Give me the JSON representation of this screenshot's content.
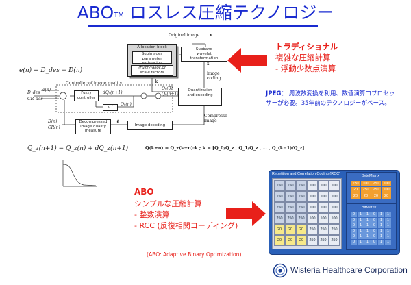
{
  "title": {
    "main": "ABO",
    "tm": "TM",
    "rest": " ロスレス圧縮テクノロジー"
  },
  "diagram": {
    "original_image": "Original image",
    "x_symbol": "x",
    "allocation_block": "Allocation block",
    "subimages": "Subimages\nparameter\nestimation",
    "fuzzy": "(Fuzzy)alloc.of\nscale factors",
    "subband": "Subband\nwavelet\ntransformation",
    "xi_label": "x",
    "image_coding": "image\ncoding",
    "controller_label": "Controller of image quality",
    "fuzzy_controller": "Fuzzy\ncontroller",
    "quantization": "Quantization\nand encoding",
    "compressed_image": "Compresse\nimage",
    "decompressed": "Decompressed\nimage quality\nmeasure",
    "image_decoding": "Image decoding",
    "k_label": "k",
    "q0": "Q₀(0)",
    "qn1": "Q₀(n+1)",
    "z_label": "z⁻¹",
    "dq_label": "dQ₀(n+1)",
    "qn_label": "Q₀(n)",
    "e_label": "e(n)",
    "ddes": "D_des",
    "crdes": "CR_des",
    "dn": "D(n)",
    "crn": "CR(n)",
    "xhat": "x̂"
  },
  "equations": {
    "e": "e(n) = D_des − D(n)",
    "q": "Q_z(n+1) = Q_z(n) + dQ_z(n+1)",
    "bold": "Q(k+n) = Q_z(k+n)·k ;   k = [Q_0/Q_z , Q_1/Q_z , … , Q_(k−1)/Q_z]"
  },
  "traditional": {
    "line1": "トラディショナル",
    "line2": "複雑な圧縮計算",
    "line3": "- 浮動少数点演算"
  },
  "jpeg": {
    "label": "JPEG：",
    "text1": " 周波数変換を利用、数値演算コプロセッ",
    "text2": "サーが必要。35年前のテクノロジーがベース。"
  },
  "abo": {
    "line1": "ABO",
    "line2": "シンプルな圧縮計算",
    "line3": "- 整数演算",
    "line4": "- RCC (反復相関コーディング)"
  },
  "abo_note": "(ABO:  Adaptive Binary Optimization)",
  "rcc": {
    "title": "Repetition and Correlation Coding (RCC)",
    "rows": [
      [
        "150",
        "150",
        "150",
        "100",
        "100",
        "100"
      ],
      [
        "150",
        "150",
        "150",
        "100",
        "100",
        "100"
      ],
      [
        "250",
        "250",
        "250",
        "100",
        "100",
        "100"
      ],
      [
        "250",
        "250",
        "250",
        "100",
        "100",
        "100"
      ],
      [
        "20",
        "20",
        "20",
        "250",
        "250",
        "250"
      ],
      [
        "20",
        "20",
        "20",
        "250",
        "250",
        "250"
      ]
    ],
    "bytematrix_title": "ByteMatrix",
    "bytematrix": [
      [
        "150",
        "100",
        "250",
        "100"
      ],
      [
        "20",
        "250",
        "250",
        "100"
      ],
      [
        "20",
        "20",
        "20",
        "20"
      ]
    ],
    "bitmatrix_title": "BitMatrix",
    "bitmatrix": [
      [
        "0",
        "1",
        "1",
        "0",
        "1",
        "1"
      ],
      [
        "0",
        "1",
        "1",
        "0",
        "1",
        "1"
      ],
      [
        "0",
        "1",
        "1",
        "0",
        "1",
        "1"
      ],
      [
        "0",
        "1",
        "1",
        "0",
        "1",
        "1"
      ],
      [
        "0",
        "1",
        "1",
        "0",
        "1",
        "1"
      ],
      [
        "0",
        "1",
        "1",
        "0",
        "1",
        "1"
      ]
    ]
  },
  "footer": {
    "company": "Wisteria Healthcare Corporation"
  },
  "colors": {
    "title_blue": "#1a2bd0",
    "red": "#e8201a",
    "panel_blue": "#2a60b8",
    "cell_yellow": "#f7e98a"
  }
}
